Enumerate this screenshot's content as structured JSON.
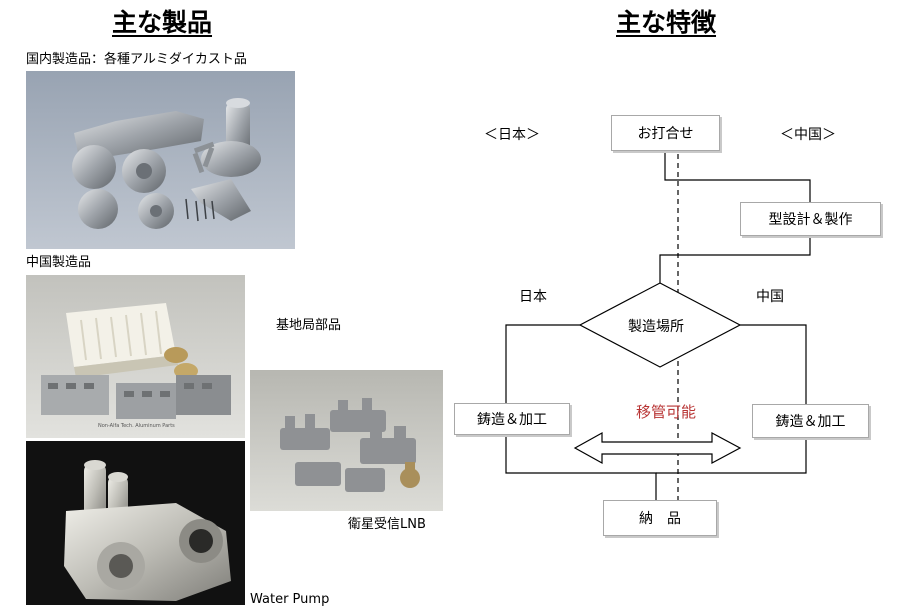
{
  "left": {
    "title": "主な製品",
    "domestic_caption": "国内製造品：各種アルミダイカスト品",
    "china_caption": "中国製造品",
    "base_station_caption": "基地局部品",
    "lnb_caption": "衛星受信LNB",
    "pump_caption": "Water Pump",
    "photo_box_text": "Non-Alfa Tech. Aluminum Parts"
  },
  "right": {
    "title": "主な特徴",
    "japan_header": "＜日本＞",
    "china_header": "＜中国＞",
    "meeting": "お打合せ",
    "mold_design": "型設計＆製作",
    "japan_label": "日本",
    "china_label": "中国",
    "location": "製造場所",
    "casting_left": "鋳造＆加工",
    "casting_right": "鋳造＆加工",
    "movable": "移管可能",
    "delivery": "納　品"
  },
  "colors": {
    "movable_text": "#b83434",
    "box_border": "#a8a8a8",
    "photo1_bg": "#a9b3c1",
    "photo2_bg": "#cfcfca",
    "photo3_bg": "#111111",
    "photo4_bg": "#cbcbc6"
  }
}
